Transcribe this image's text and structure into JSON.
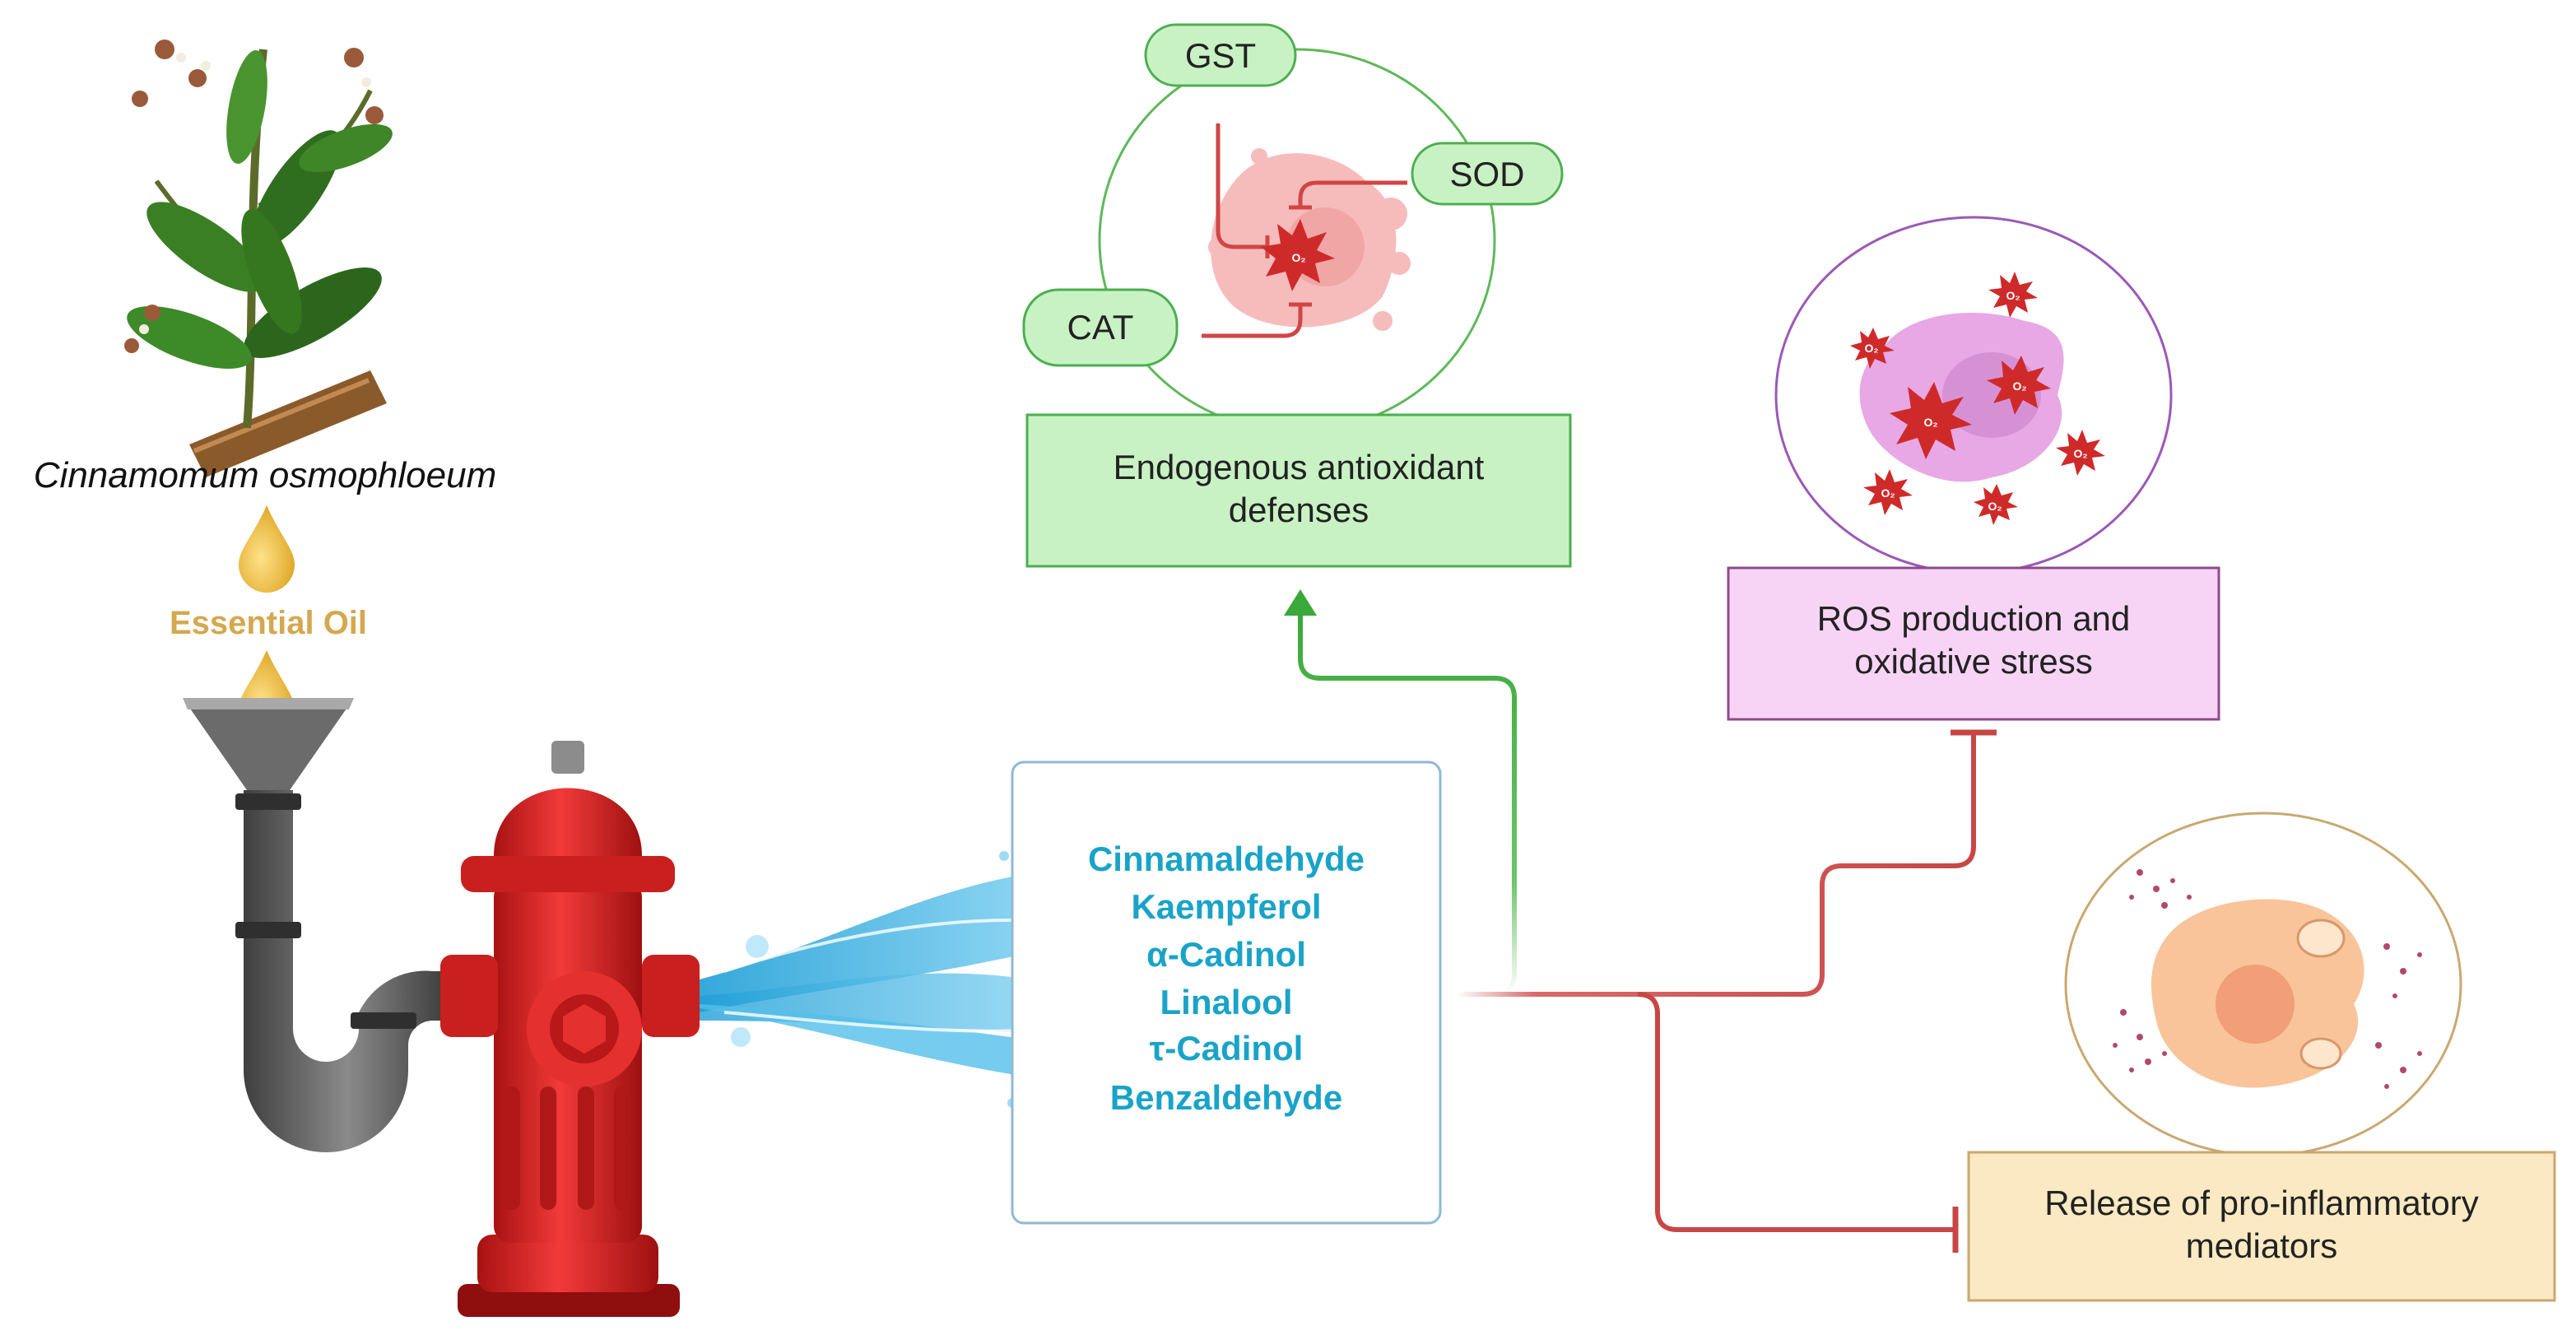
{
  "plant": {
    "name": "Cinnamomum osmophloeum",
    "oil_label": "Essential Oil"
  },
  "compounds": {
    "items": [
      "Cinnamaldehyde",
      "Kaempferol",
      "α-Cadinol",
      "Linalool",
      "τ-Cadinol",
      "Benzaldehyde"
    ]
  },
  "antioxidant": {
    "label_line1": "Endogenous antioxidant",
    "label_line2": "defenses",
    "enzymes": [
      "GST",
      "SOD",
      "CAT"
    ],
    "ros_symbol": "O₂"
  },
  "ros": {
    "label_line1": "ROS production and",
    "label_line2": "oxidative stress",
    "ros_symbol": "O₂"
  },
  "inflammation": {
    "label_line1": "Release of pro-inflammatory",
    "label_line2": "mediators"
  },
  "colors": {
    "activation": "#4caf50",
    "inhibition": "#c84646",
    "antioxidant_box": "#c9f2c4",
    "ros_box": "#f7d4f6",
    "inflammation_box": "#fae9c2",
    "compound_text": "#1aa3c8",
    "hydrant": "#e32b2b"
  }
}
